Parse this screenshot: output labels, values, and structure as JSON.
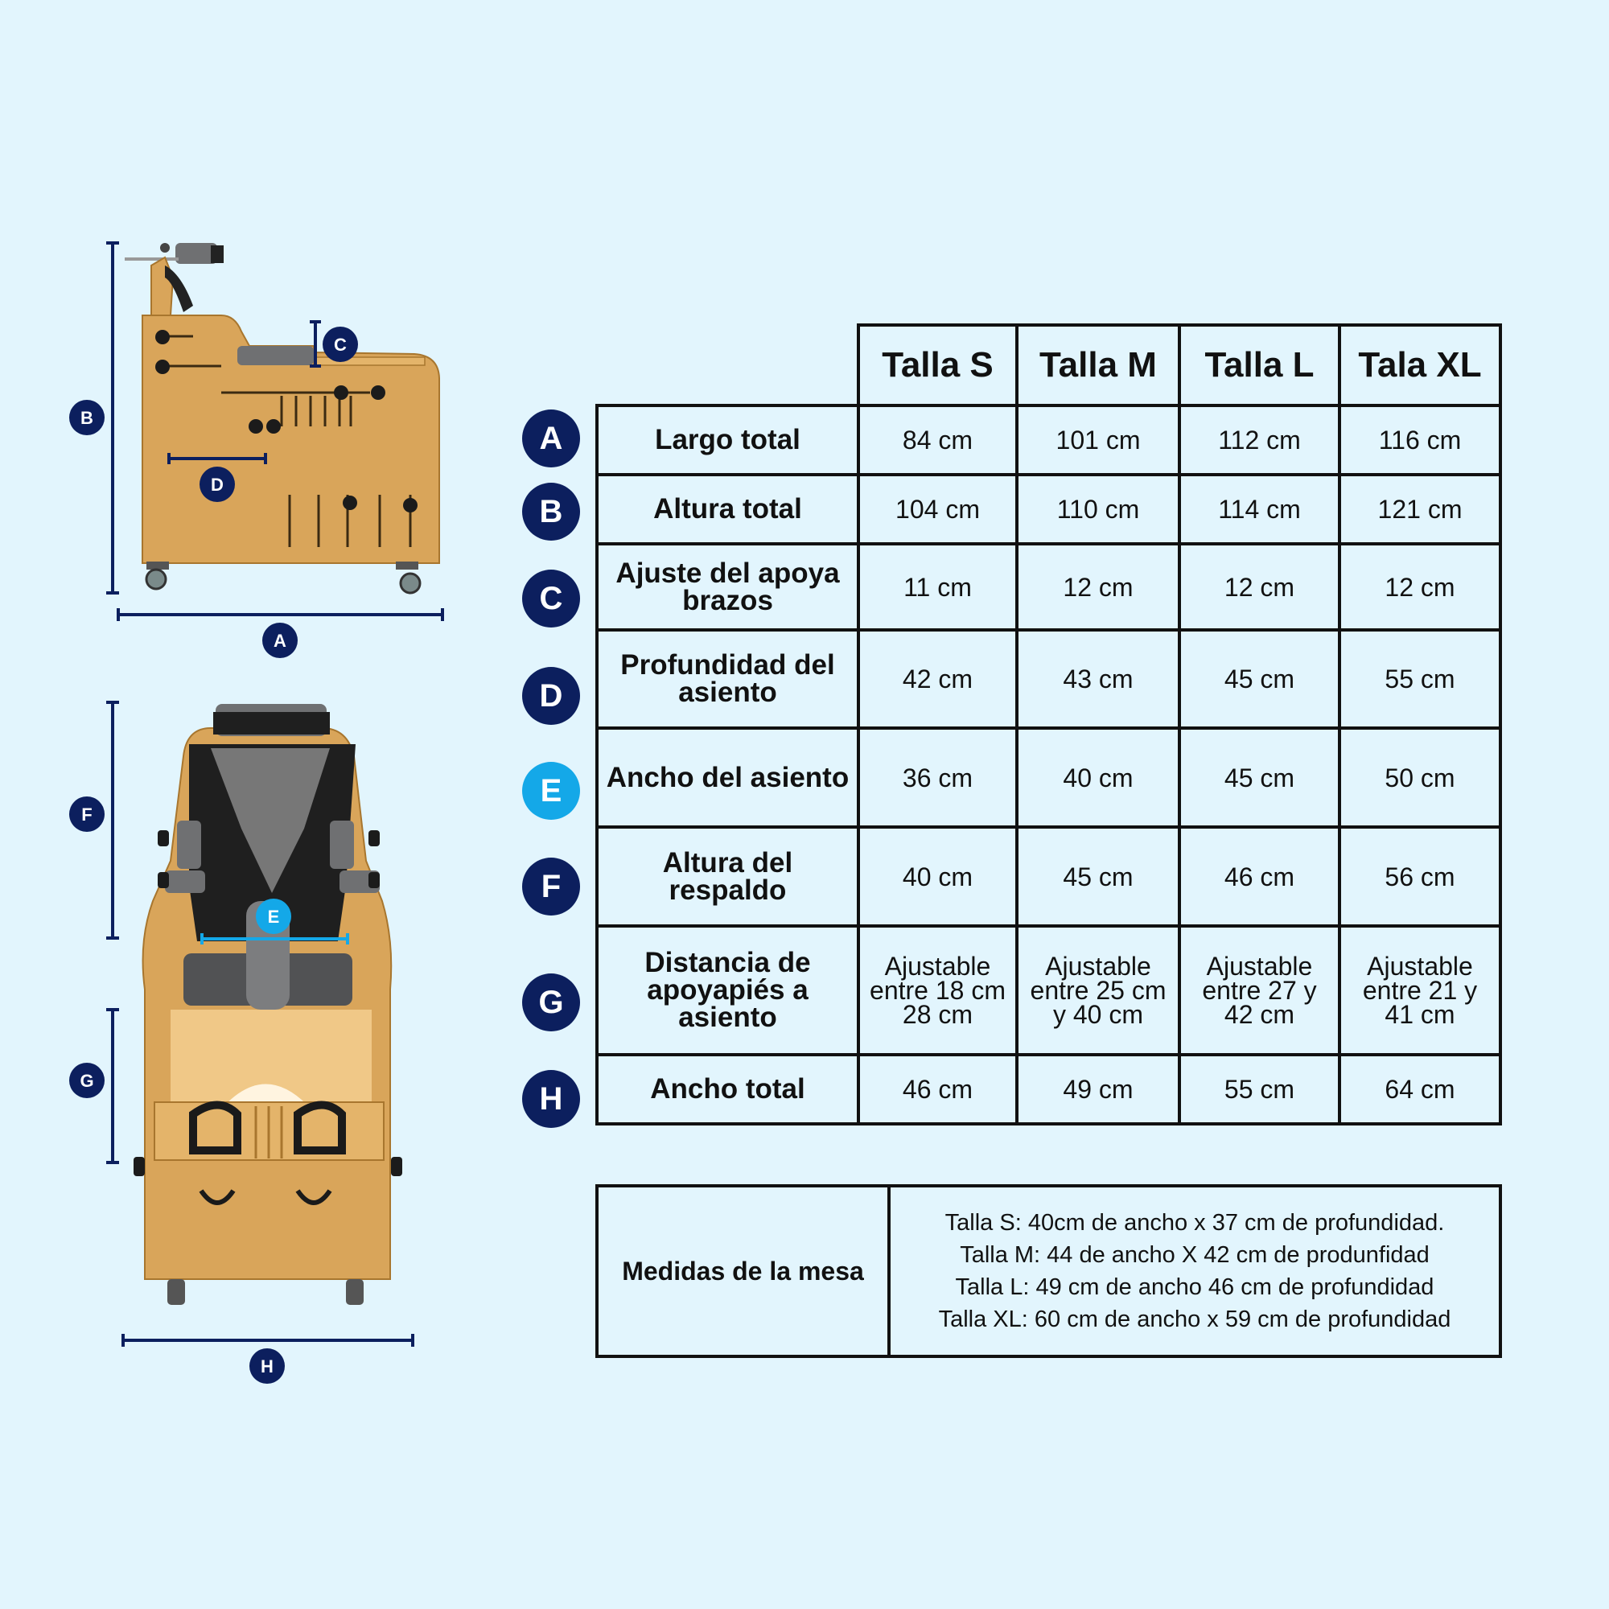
{
  "diagram_labels": {
    "A": "A",
    "B": "B",
    "C": "C",
    "D": "D",
    "E": "E",
    "F": "F",
    "G": "G",
    "H": "H"
  },
  "colors": {
    "background": "#e2f5fd",
    "badge_navy": "#0c1f5e",
    "badge_cyan": "#14a8e8",
    "wood": "#d9a55a",
    "cushion": "#6f7072"
  },
  "size_table": {
    "headers": [
      "Talla S",
      "Talla M",
      "Talla L",
      "Tala XL"
    ],
    "rows": [
      {
        "badge": "A",
        "label": "Largo total",
        "values": [
          "84 cm",
          "101 cm",
          "112 cm",
          "116 cm"
        ]
      },
      {
        "badge": "B",
        "label": "Altura total",
        "values": [
          "104 cm",
          "110 cm",
          "114 cm",
          "121 cm"
        ]
      },
      {
        "badge": "C",
        "label": "Ajuste del apoya brazos",
        "values": [
          "11 cm",
          "12 cm",
          "12 cm",
          "12 cm"
        ]
      },
      {
        "badge": "D",
        "label": "Profundidad del asiento",
        "values": [
          "42 cm",
          "43 cm",
          "45 cm",
          "55 cm"
        ]
      },
      {
        "badge": "E",
        "label": "Ancho del asiento",
        "values": [
          "36 cm",
          "40 cm",
          "45 cm",
          "50 cm"
        ]
      },
      {
        "badge": "F",
        "label": "Altura del respaldo",
        "values": [
          "40 cm",
          "45 cm",
          "46 cm",
          "56 cm"
        ]
      },
      {
        "badge": "G",
        "label": "Distancia de apoyapiés a asiento",
        "values": [
          "Ajustable entre 18 cm 28 cm",
          "Ajustable entre 25 cm y 40 cm",
          "Ajustable entre 27 y 42 cm",
          "Ajustable entre 21 y 41 cm"
        ]
      },
      {
        "badge": "H",
        "label": "Ancho total",
        "values": [
          "46 cm",
          "49 cm",
          "55 cm",
          "64 cm"
        ]
      }
    ]
  },
  "table_measurements": {
    "label": "Medidas de la mesa",
    "lines": [
      "Talla S: 40cm de ancho x 37 cm de profundidad.",
      "Talla M: 44 de ancho X 42 cm de produnfidad",
      "Talla L: 49 cm de ancho  46 cm  de profundidad",
      "Talla XL: 60 cm de ancho x 59 cm de profundidad"
    ]
  }
}
